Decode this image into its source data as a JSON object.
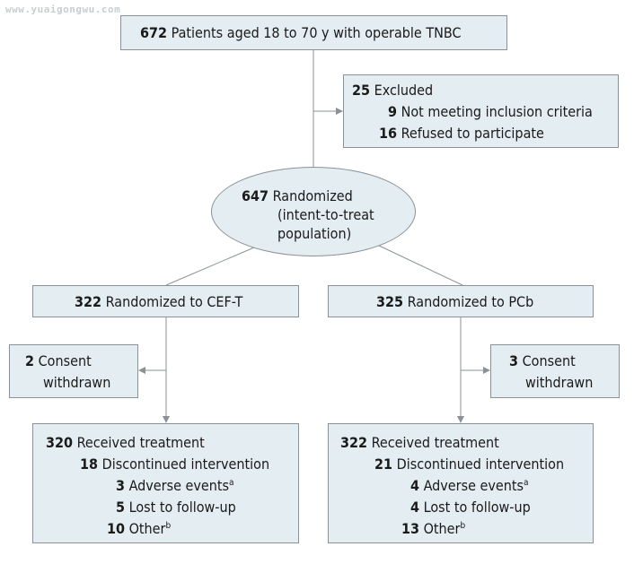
{
  "watermark": "www.yuaigongwu.com",
  "enrolled": {
    "count": "672",
    "label": "Patients aged 18 to 70 y with operable TNBC"
  },
  "excluded": {
    "count": "25",
    "label": "Excluded",
    "items": [
      {
        "count": "9",
        "label": "Not meeting inclusion criteria"
      },
      {
        "count": "16",
        "label": "Refused to participate"
      }
    ]
  },
  "randomized": {
    "count": "647",
    "line1": "Randomized",
    "line2": "(intent-to-treat",
    "line3": "population)"
  },
  "arms": [
    {
      "count": "322",
      "label": "Randomized to CEF-T",
      "withdrawn": {
        "count": "2",
        "line1": "Consent",
        "line2": "withdrawn"
      },
      "treated": {
        "count": "320",
        "label": "Received treatment"
      },
      "discontinued": {
        "count": "18",
        "label": "Discontinued intervention"
      },
      "reasons": [
        {
          "count": "3",
          "label": "Adverse events",
          "sup": "a"
        },
        {
          "count": "5",
          "label": "Lost to follow-up",
          "sup": ""
        },
        {
          "count": "10",
          "label": "Other",
          "sup": "b"
        }
      ]
    },
    {
      "count": "325",
      "label": "Randomized to PCb",
      "withdrawn": {
        "count": "3",
        "line1": "Consent",
        "line2": "withdrawn"
      },
      "treated": {
        "count": "322",
        "label": "Received treatment"
      },
      "discontinued": {
        "count": "21",
        "label": "Discontinued intervention"
      },
      "reasons": [
        {
          "count": "4",
          "label": "Adverse events",
          "sup": "a"
        },
        {
          "count": "4",
          "label": "Lost to follow-up",
          "sup": ""
        },
        {
          "count": "13",
          "label": "Other",
          "sup": "b"
        }
      ]
    }
  ]
}
